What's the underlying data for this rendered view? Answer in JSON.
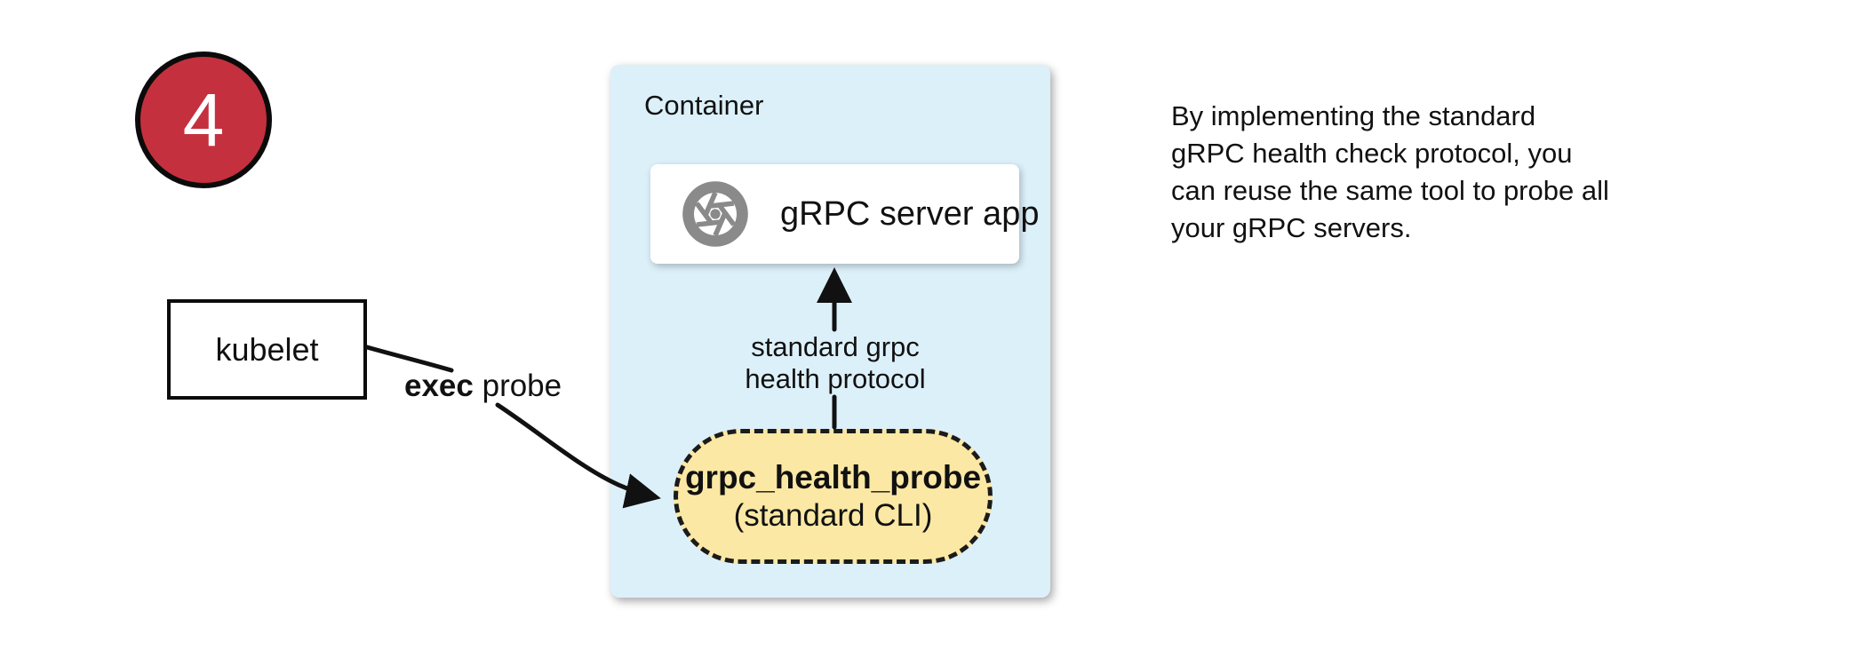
{
  "step_badge": {
    "number": "4"
  },
  "kubelet": {
    "label": "kubelet"
  },
  "exec_probe": {
    "bold": "exec",
    "rest": " probe"
  },
  "container": {
    "title": "Container",
    "server_box": {
      "label": "gRPC server app",
      "icon": "grpc-aperture-icon"
    },
    "protocol_label": "standard grpc\nhealth protocol",
    "probe_pill": {
      "title": "grpc_health_probe",
      "subtitle": "(standard CLI)"
    }
  },
  "side_note": {
    "text": "By implementing the standard\ngRPC health check protocol, you\ncan reuse the same tool to probe all\nyour gRPC servers."
  },
  "colors": {
    "badge_red": "#C5303E",
    "container_blue": "#DCF0FA",
    "pill_yellow": "#FBE8A4",
    "icon_gray": "#8A8A8A",
    "arrow_black": "#111111"
  }
}
